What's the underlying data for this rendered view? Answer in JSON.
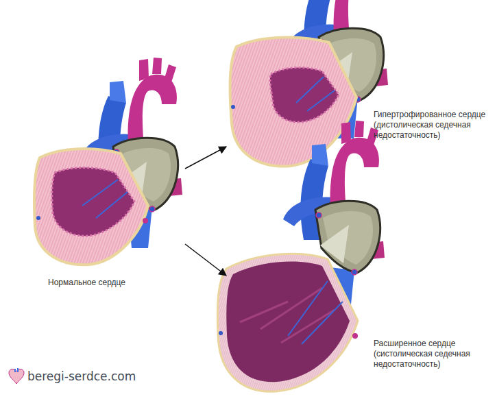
{
  "diagram": {
    "labels": [
      "Гипертрофированное сердце (дистолическая седечная недостаточность)",
      "Нормальное сердце",
      "Расширенное сердце (систолическая седечная недостаточность)",
      "beregi-serdce.com"
    ]
  }
}
